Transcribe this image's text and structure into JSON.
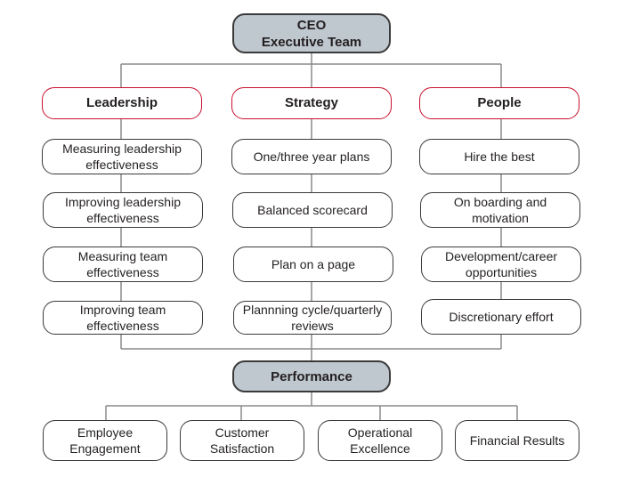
{
  "colors": {
    "line": "#8a8a8a",
    "dark_fill": "#bfc7cf",
    "pillar_border": "#c8102e",
    "border": "#3a3a3a"
  },
  "top": {
    "line1": "CEO",
    "line2": "Executive Team"
  },
  "pillars": [
    {
      "title": "Leadership",
      "items": [
        "Measuring leadership\neffectiveness",
        "Improving leadership\neffectiveness",
        "Measuring team\neffectiveness",
        "Improving team\neffectiveness"
      ]
    },
    {
      "title": "Strategy",
      "items": [
        "One/three year plans",
        "Balanced scorecard",
        "Plan on a page",
        "Plannning cycle/quarterly\nreviews"
      ]
    },
    {
      "title": "People",
      "items": [
        "Hire the best",
        "On boarding and\nmotivation",
        "Development/career\nopportunities",
        "Discretionary effort"
      ]
    }
  ],
  "performance": {
    "title": "Performance",
    "outcomes": [
      "Employee\nEngagement",
      "Customer\nSatisfaction",
      "Operational\nExcellence",
      "Financial Results"
    ]
  }
}
